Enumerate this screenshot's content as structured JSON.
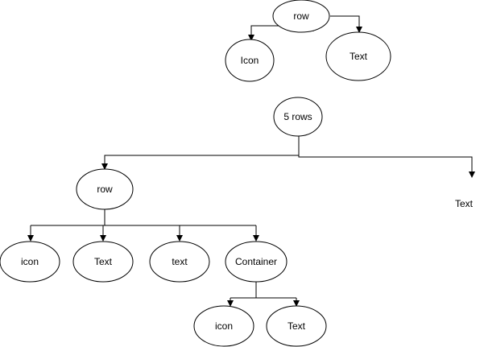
{
  "diagram": {
    "nodes": {
      "row_top": "row",
      "icon_top": "Icon",
      "text_top": "Text",
      "five_rows": "5 rows",
      "row_mid": "row",
      "icon_mid": "icon",
      "text_mid": "Text",
      "text_lower": "text",
      "container": "Container",
      "icon_bottom": "icon",
      "text_bottom": "Text"
    },
    "floating_label": "Text"
  }
}
